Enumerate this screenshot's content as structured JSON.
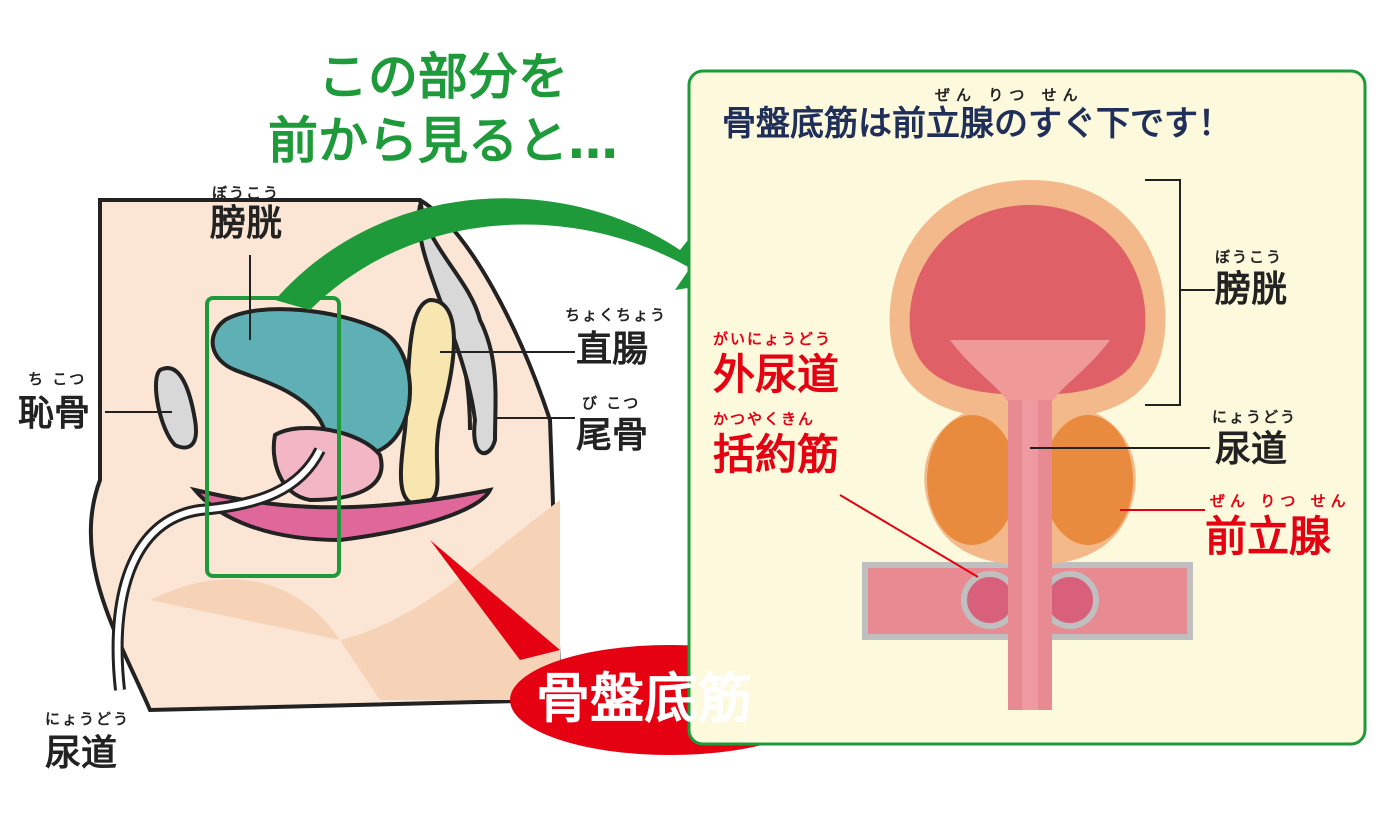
{
  "headline": {
    "line1": "この部分を",
    "line2": "前から見ると…"
  },
  "side_view": {
    "bladder": {
      "ruby": "ぼうこう",
      "label": "膀胱"
    },
    "rectum": {
      "ruby": "ちょくちょう",
      "label": "直腸"
    },
    "pubic_bone": {
      "ruby": "ち こつ",
      "label": "恥骨"
    },
    "coccyx": {
      "ruby": "び こつ",
      "label": "尾骨"
    },
    "urethra": {
      "ruby": "にょうどう",
      "label": "尿道"
    },
    "callout": "骨盤底筋"
  },
  "front_view": {
    "title": "骨盤底筋は前立腺のすぐ下です！",
    "title_ruby": "ぜん りつ せん",
    "bladder": {
      "ruby": "ぼうこう",
      "label": "膀胱"
    },
    "urethra": {
      "ruby": "にょうどう",
      "label": "尿道"
    },
    "prostate": {
      "ruby": "ぜん りつ せん",
      "label": "前立腺"
    },
    "sphincter": {
      "ruby1": "がいにょうどう",
      "label1": "外尿道",
      "ruby2": "かつやくきん",
      "label2": "括約筋"
    }
  },
  "colors": {
    "green": "#1e9a3a",
    "red": "#e50012",
    "panel": "#fdf9dc",
    "bladder": "#5fb0b5"
  }
}
